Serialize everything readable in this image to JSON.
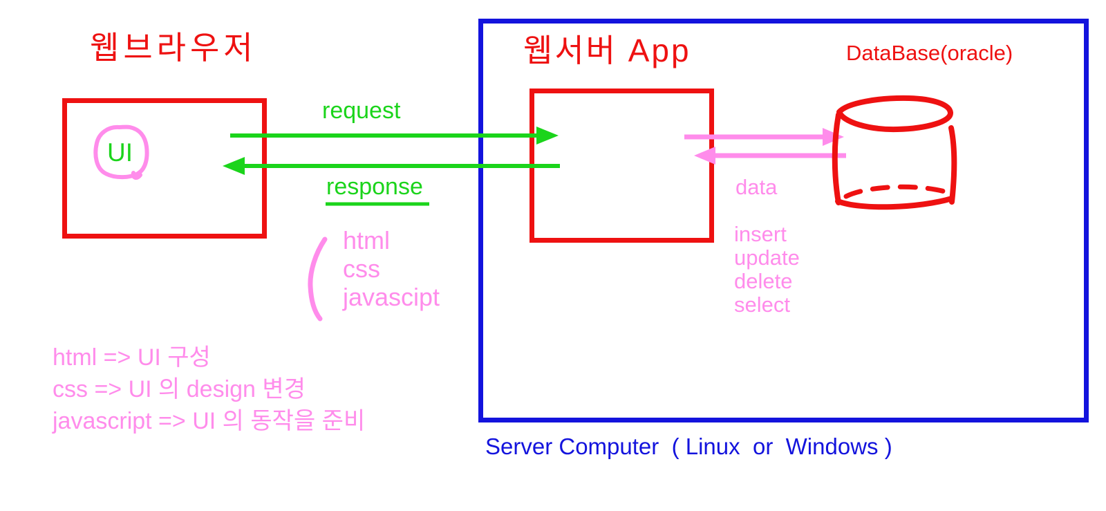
{
  "colors": {
    "red": "#ee1111",
    "green": "#1bd41b",
    "pink": "#ff8ceb",
    "blue": "#1313dd",
    "background": "#ffffff"
  },
  "browser": {
    "title": "웹브라우저",
    "ui_label": "UI"
  },
  "flow": {
    "request_label": "request",
    "response_label": "response",
    "payload_items": [
      "html",
      "css",
      "javascipt"
    ]
  },
  "server": {
    "title": "웹서버 App",
    "database_title": "DataBase(oracle)",
    "data_label": "data",
    "sql_operations": [
      "insert",
      "update",
      "delete",
      "select"
    ],
    "caption": "Server Computer  ( Linux  or  Windows )"
  },
  "notes": [
    "html => UI 구성",
    "css => UI 의 design 변경",
    "javascript => UI 의 동작을 준비"
  ]
}
